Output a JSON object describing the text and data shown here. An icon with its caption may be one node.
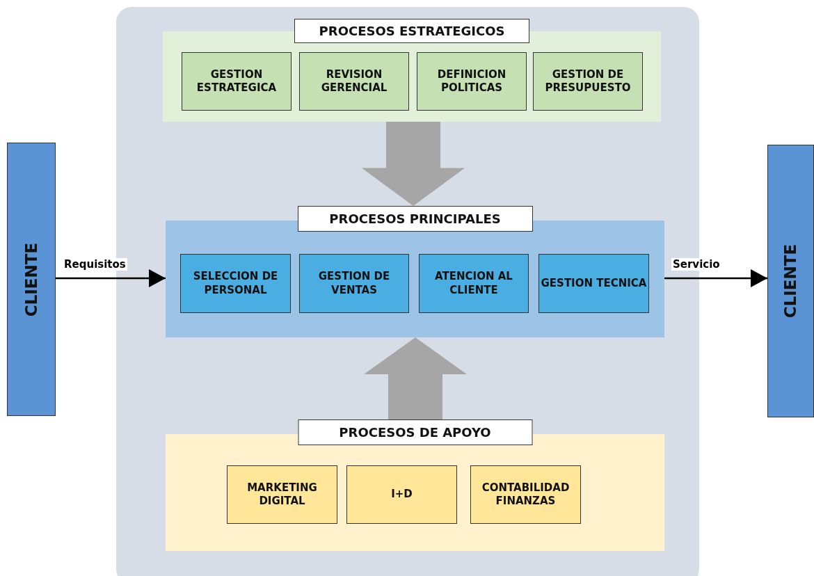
{
  "diagram": {
    "nodes": [
      {
        "text": [
          "CLIENTE"
        ]
      },
      {
        "text": [
          "PROCESOS ESTRATEGICOS"
        ]
      },
      {
        "text": [
          "GESTION ESTRATEGICA"
        ],
        "in": 1
      },
      {
        "text": [
          "REVISION GERENCIAL"
        ],
        "in": 1
      },
      {
        "text": [
          "DEFINICION POLITICAS"
        ],
        "in": 1
      },
      {
        "text": [
          "GESTION DE PRESUPUESTO"
        ],
        "in": 1
      },
      {
        "text": [
          "PROCESOS PRINCIPALES"
        ]
      },
      {
        "text": [
          "SELECCION DE PERSONAL"
        ],
        "in": 6
      },
      {
        "text": [
          "GESTION DE VENTAS"
        ],
        "in": 6
      },
      {
        "text": [
          "ATENCION AL CLIENTE"
        ],
        "in": 6
      },
      {
        "text": [
          "GESTION TECNICA"
        ],
        "in": 6
      },
      {
        "text": [
          "PROCESOS DE APOYO"
        ]
      },
      {
        "text": [
          "MARKETING DIGITAL"
        ],
        "in": 11
      },
      {
        "text": [
          "I+D"
        ],
        "in": 11
      },
      {
        "text": [
          "CONTABILIDAD FINANZAS"
        ],
        "in": 11
      },
      {
        "text": [
          "CLIENTE"
        ]
      }
    ],
    "edges": [
      {
        "from": 0,
        "to": 6,
        "arrow": "to",
        "label": "Requisitos"
      },
      {
        "from": 6,
        "to": 15,
        "arrow": "to",
        "label": "Servicio"
      },
      {
        "from": 1,
        "to": 6,
        "arrow": "to",
        "style": "thick",
        "color": "#a6a6a6"
      },
      {
        "from": 11,
        "to": 6,
        "arrow": "to",
        "style": "thick",
        "color": "#a6a6a6"
      }
    ]
  }
}
